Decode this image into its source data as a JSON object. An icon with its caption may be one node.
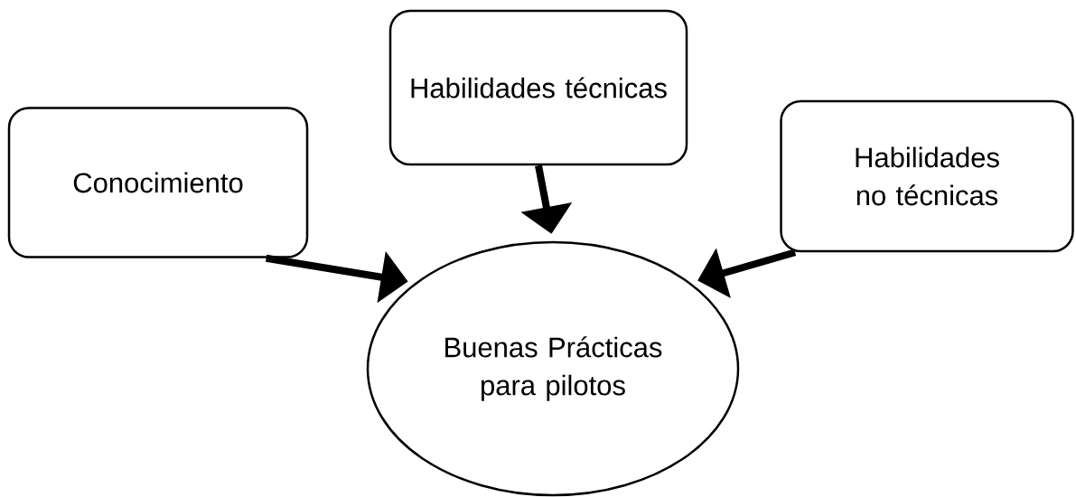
{
  "diagram": {
    "nodes": [
      {
        "text": [
          "Conocimiento"
        ]
      },
      {
        "text": [
          "Habilidades técnicas"
        ]
      },
      {
        "text": [
          "Habilidades no técnicas"
        ]
      },
      {
        "text": [
          "Buenas Prácticas para pilotos"
        ]
      }
    ],
    "edges": [
      {
        "from": 0,
        "to": 3,
        "arrow": "to"
      },
      {
        "from": 1,
        "to": 3,
        "arrow": "to"
      },
      {
        "from": 2,
        "to": 3,
        "arrow": "to"
      }
    ]
  }
}
